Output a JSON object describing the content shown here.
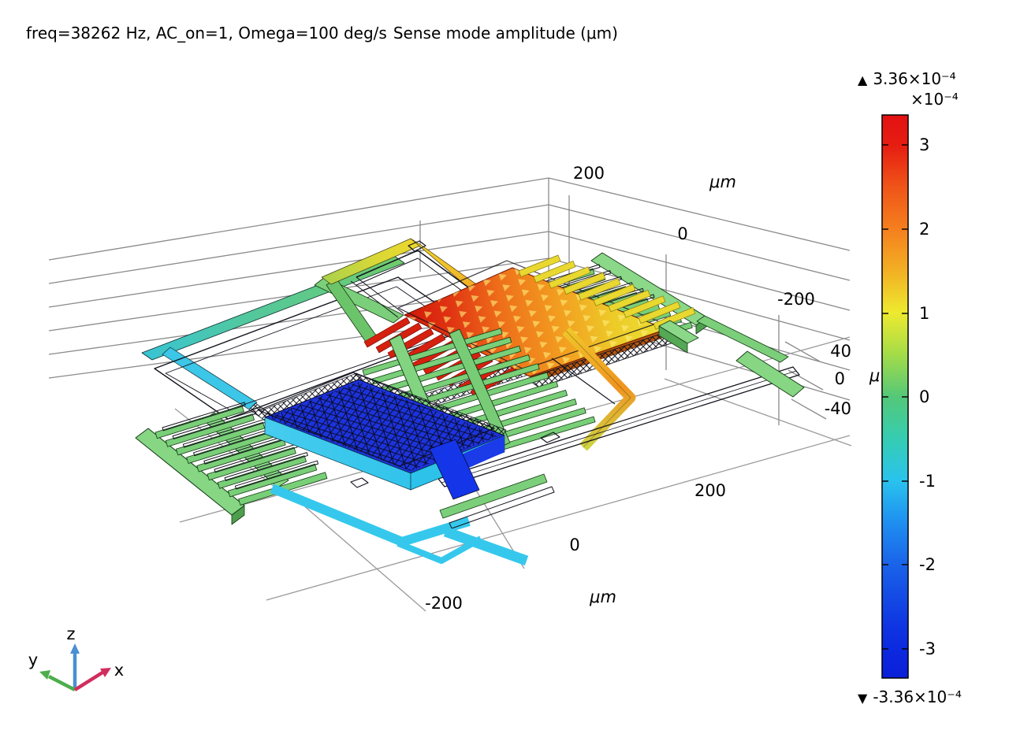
{
  "title": {
    "parameters": "freq=38262 Hz, AC_on=1, Omega=100 deg/s",
    "plot": "Sense mode amplitude (μm)"
  },
  "colorbar": {
    "max_marker": "▲",
    "max_value": "3.36×10⁻⁴",
    "min_marker": "▼",
    "min_value": "-3.36×10⁻⁴",
    "multiplier": "×10⁻⁴",
    "ticks": [
      "3",
      "2",
      "1",
      "0",
      "-1",
      "-2",
      "-3"
    ],
    "partial_unit": "μ",
    "top_color": "#e31112",
    "bottom_color": "#0a1fd8"
  },
  "axes": {
    "x": {
      "ticks": [
        "-200",
        "0",
        "200"
      ],
      "unit": "μm"
    },
    "y": {
      "ticks": [
        "200",
        "0",
        "-200"
      ],
      "unit": "μm"
    },
    "z": {
      "ticks": [
        "40",
        "0",
        "-40"
      ]
    }
  },
  "triad": {
    "x_label": "x",
    "y_label": "y",
    "z_label": "z",
    "x_color": "#d12d5e",
    "y_color": "#4cae4c",
    "z_color": "#4a90d2"
  },
  "palette": {
    "surface_max_red": "#e31112",
    "surface_min_blue": "#0a1fd8",
    "frame_green": "#7ccf7a",
    "highlight_cyan": "#35c8ec",
    "beam_yellow": "#ecd72c",
    "beam_orange": "#ef9420",
    "grid_gray": "#8a8a8a"
  },
  "chart_data": {
    "type": "heatmap",
    "title": "Sense mode amplitude (μm)",
    "parameters": {
      "freq_Hz": 38262,
      "AC_on": 1,
      "Omega_deg_per_s": 100
    },
    "colorbar": {
      "min": -0.000336,
      "max": 0.000336,
      "displayed_ticks": [
        3,
        2,
        1,
        0,
        -1,
        -2,
        -3
      ],
      "tick_multiplier": 0.0001,
      "colormap": "rainbow-jet",
      "max_annotation": "3.36×10⁻⁴",
      "min_annotation": "-3.36×10⁻⁴"
    },
    "x_axis": {
      "ticks": [
        -200,
        0,
        200
      ],
      "unit": "μm"
    },
    "y_axis": {
      "ticks": [
        -200,
        0,
        200
      ],
      "unit": "μm"
    },
    "z_axis": {
      "ticks": [
        -40,
        0,
        40
      ]
    },
    "description": "3D COMSOL-style surface plot of a MEMS comb-drive gyroscope: two perforated proof masses on folded-spring suspensions with comb electrodes; one mass displaced to +3.36e-4 um (red/orange/yellow) and the other to -3.36e-4 um (dark blue), shown with undeformed black wireframe overlay, green frame beams and cyan/yellow highlights."
  }
}
